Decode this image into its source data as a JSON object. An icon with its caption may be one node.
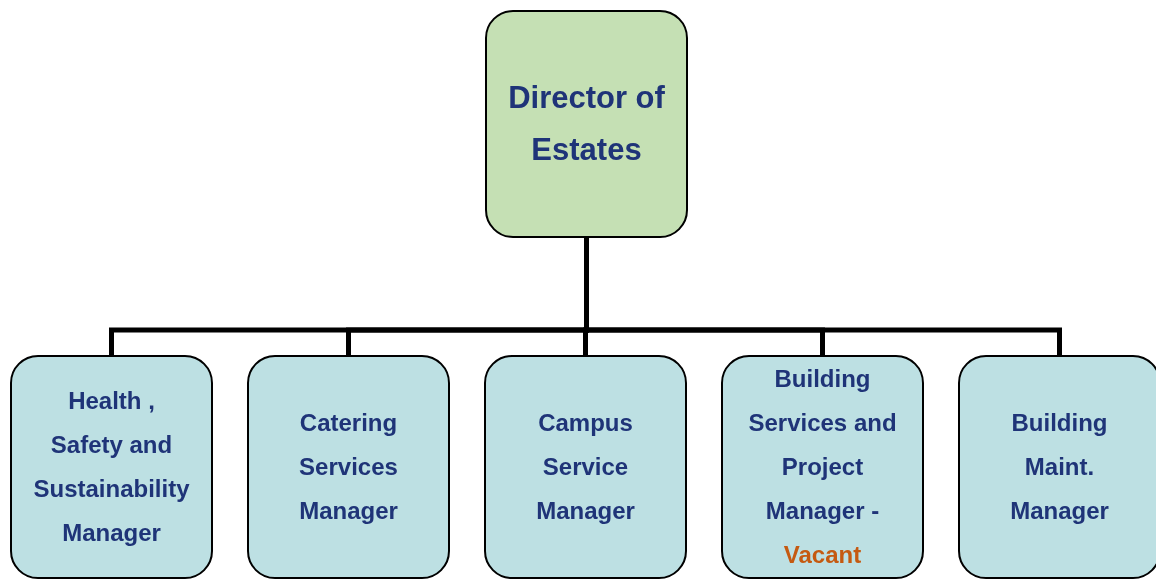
{
  "diagram": {
    "nodes": [
      {
        "text": [
          "Director of Estates"
        ]
      },
      {
        "text": [
          "Health , Safety and Sustainability Manager"
        ]
      },
      {
        "text": [
          "Catering Services Manager"
        ]
      },
      {
        "text": [
          "Campus Service Manager"
        ]
      },
      {
        "text": [
          "Building Services and Project Manager -",
          "Vacant"
        ]
      },
      {
        "text": [
          "Building Maint. Manager"
        ]
      }
    ],
    "edges": [
      {
        "from": 0,
        "to": 1,
        "arrow": "none"
      },
      {
        "from": 0,
        "to": 2,
        "arrow": "none"
      },
      {
        "from": 0,
        "to": 3,
        "arrow": "none"
      },
      {
        "from": 0,
        "to": 4,
        "arrow": "none"
      },
      {
        "from": 0,
        "to": 5,
        "arrow": "none"
      }
    ]
  }
}
